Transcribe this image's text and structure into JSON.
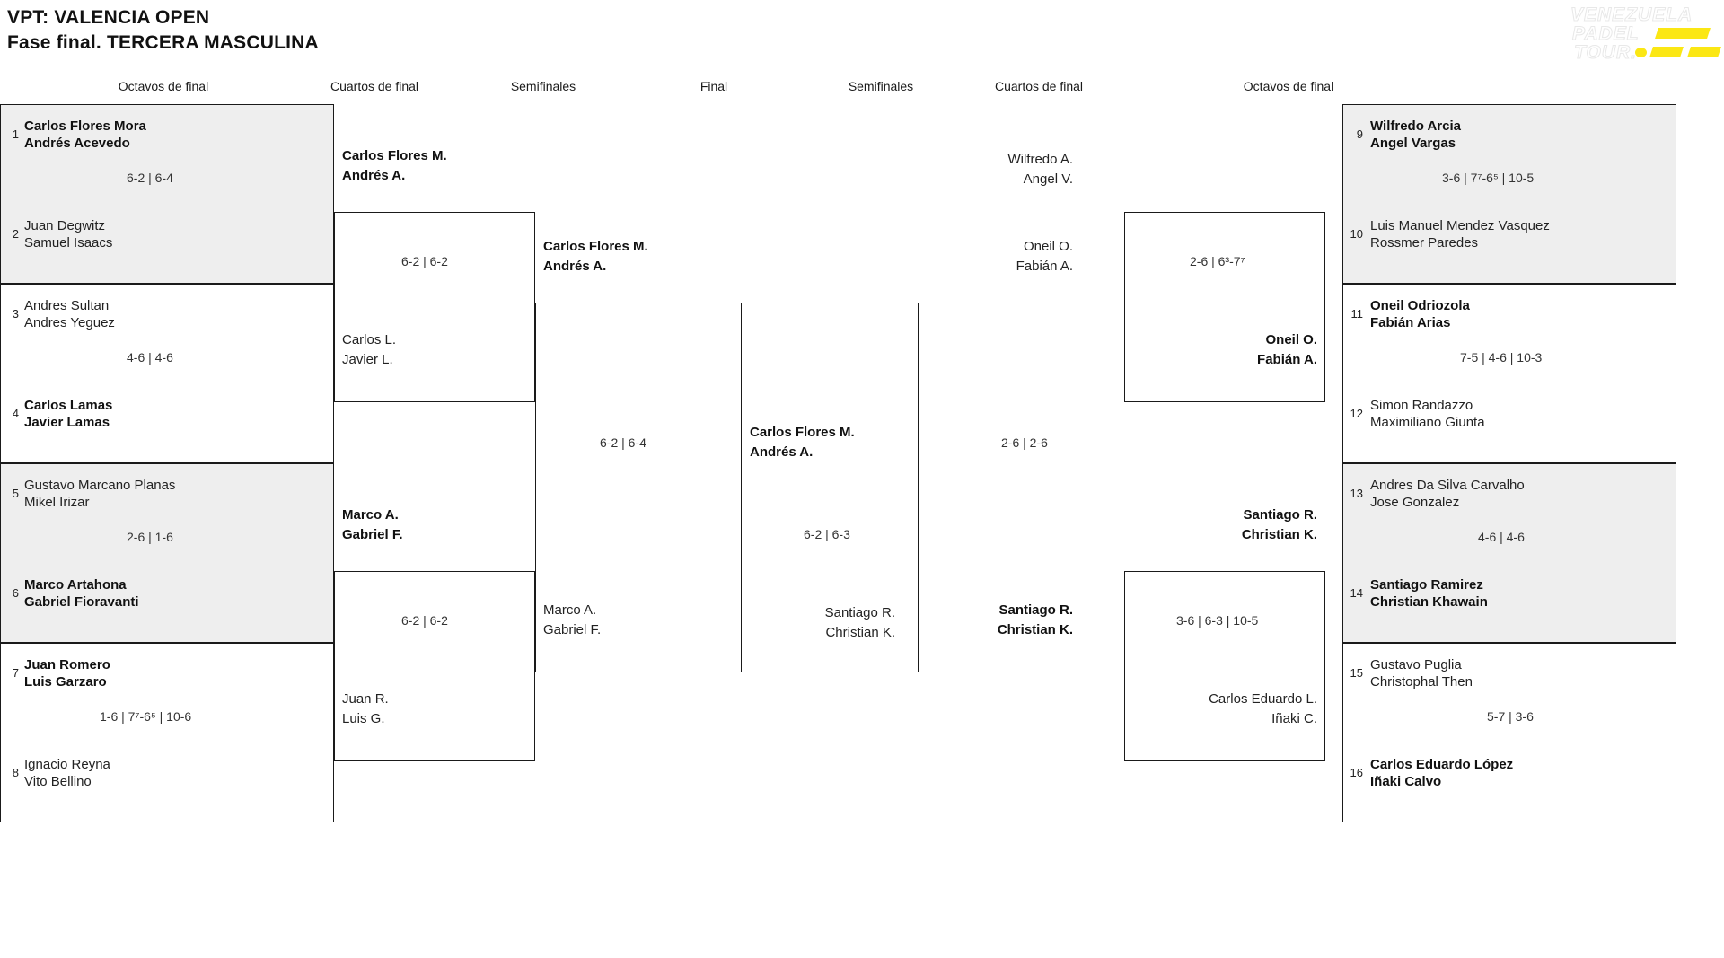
{
  "header": {
    "title": "VPT: VALENCIA OPEN",
    "subtitle": "Fase final. TERCERA MASCULINA"
  },
  "logo": {
    "line1": "VENEZUELA",
    "line2": "PADEL",
    "line3": "TOUR.",
    "accent_color": "#fbe714"
  },
  "columns": {
    "left": [
      "Octavos de final",
      "Cuartos de final",
      "Semifinales"
    ],
    "center": "Final",
    "right": [
      "Semifinales",
      "Cuartos de final",
      "Octavos de final"
    ]
  },
  "left": {
    "r16": [
      {
        "seed": "1",
        "p1": "Carlos Flores Mora",
        "p2": "Andrés Acevedo",
        "winner": true
      },
      {
        "seed": "2",
        "p1": "Juan Degwitz",
        "p2": "Samuel Isaacs",
        "winner": false
      },
      {
        "seed": "3",
        "p1": "Andres Sultan",
        "p2": "Andres Yeguez",
        "winner": false
      },
      {
        "seed": "4",
        "p1": "Carlos Lamas",
        "p2": "Javier Lamas",
        "winner": true
      },
      {
        "seed": "5",
        "p1": "Gustavo Marcano Planas",
        "p2": "Mikel Irizar",
        "winner": false
      },
      {
        "seed": "6",
        "p1": "Marco Artahona",
        "p2": "Gabriel Fioravanti",
        "winner": true
      },
      {
        "seed": "7",
        "p1": "Juan Romero",
        "p2": "Luis Garzaro",
        "winner": true
      },
      {
        "seed": "8",
        "p1": "Ignacio Reyna",
        "p2": "Vito Bellino",
        "winner": false
      }
    ],
    "r16_scores": [
      "6-2 | 6-4",
      "4-6 | 4-6",
      "2-6 | 1-6",
      "1-6 | 7⁷-6⁵ | 10-6"
    ],
    "qf": [
      {
        "p1": "Carlos Flores M.",
        "p2": "Andrés A.",
        "winner": true
      },
      {
        "p1": "Carlos L.",
        "p2": "Javier L.",
        "winner": false
      },
      {
        "p1": "Marco A.",
        "p2": "Gabriel F.",
        "winner": true
      },
      {
        "p1": "Juan R.",
        "p2": "Luis G.",
        "winner": false
      }
    ],
    "qf_scores": [
      "6-2 | 6-2",
      "6-2 | 6-2"
    ],
    "sf": [
      {
        "p1": "Carlos Flores M.",
        "p2": "Andrés A.",
        "winner": true
      },
      {
        "p1": "Marco A.",
        "p2": "Gabriel F.",
        "winner": false
      }
    ],
    "sf_score": "6-2 | 6-4"
  },
  "final": {
    "top": {
      "p1": "Carlos Flores M.",
      "p2": "Andrés A.",
      "winner": true
    },
    "bottom": {
      "p1": "Santiago R.",
      "p2": "Christian K.",
      "winner": false
    },
    "score": "6-2 | 6-3"
  },
  "right": {
    "r16": [
      {
        "seed": "9",
        "p1": "Wilfredo Arcia",
        "p2": "Angel Vargas",
        "winner": true
      },
      {
        "seed": "10",
        "p1": "Luis Manuel Mendez Vasquez",
        "p2": "Rossmer Paredes",
        "winner": false
      },
      {
        "seed": "11",
        "p1": "Oneil Odriozola",
        "p2": "Fabián Arias",
        "winner": true
      },
      {
        "seed": "12",
        "p1": "Simon Randazzo",
        "p2": "Maximiliano Giunta",
        "winner": false
      },
      {
        "seed": "13",
        "p1": "Andres Da Silva Carvalho",
        "p2": "Jose Gonzalez",
        "winner": false
      },
      {
        "seed": "14",
        "p1": "Santiago Ramirez",
        "p2": "Christian Khawain",
        "winner": true
      },
      {
        "seed": "15",
        "p1": "Gustavo Puglia",
        "p2": "Christophal Then",
        "winner": false
      },
      {
        "seed": "16",
        "p1": "Carlos Eduardo López",
        "p2": "Iñaki Calvo",
        "winner": true
      }
    ],
    "r16_scores": [
      "3-6 | 7⁷-6⁵ | 10-5",
      "7-5 | 4-6 | 10-3",
      "4-6 | 4-6",
      "5-7 | 3-6"
    ],
    "qf": [
      {
        "p1": "Wilfredo A.",
        "p2": "Angel V.",
        "winner": false
      },
      {
        "p1": "Oneil O.",
        "p2": "Fabián A.",
        "winner": true
      },
      {
        "p1": "Santiago R.",
        "p2": "Christian K.",
        "winner": true
      },
      {
        "p1": "Carlos Eduardo L.",
        "p2": "Iñaki C.",
        "winner": false
      }
    ],
    "qf_scores": [
      "2-6 | 6³-7⁷",
      "3-6 | 6-3 | 10-5"
    ],
    "sf": [
      {
        "p1": "Oneil O.",
        "p2": "Fabián A.",
        "winner": false
      },
      {
        "p1": "Santiago R.",
        "p2": "Christian K.",
        "winner": true
      }
    ],
    "sf_score": "2-6 | 2-6"
  }
}
